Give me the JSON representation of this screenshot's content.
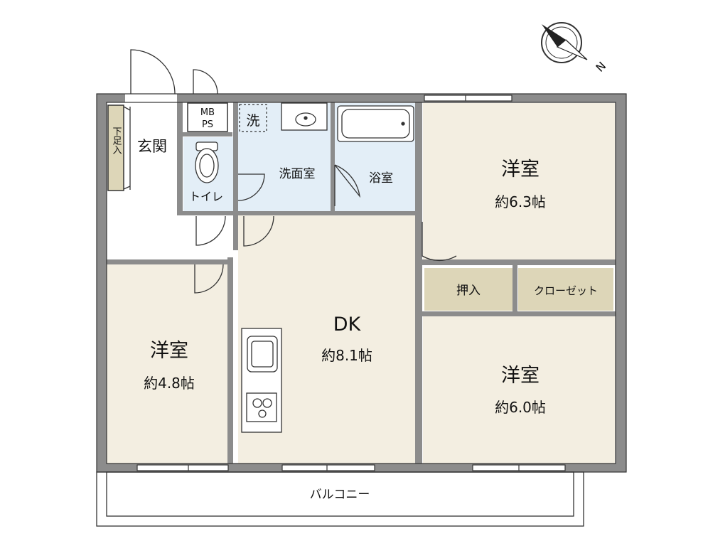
{
  "compass": {
    "north_label": "N"
  },
  "rooms": {
    "entrance": "玄関",
    "shoe_box": "下足入",
    "meter_box_top": "MB",
    "meter_box_bottom": "PS",
    "washer": "洗",
    "toilet": "トイレ",
    "washroom": "洗面室",
    "bathroom": "浴室",
    "western_ne": {
      "name": "洋室",
      "size": "約6.3帖"
    },
    "dk": {
      "name": "DK",
      "size": "約8.1帖"
    },
    "western_w": {
      "name": "洋室",
      "size": "約4.8帖"
    },
    "western_se": {
      "name": "洋室",
      "size": "約6.0帖"
    },
    "oshiire": "押入",
    "closet": "クローゼット",
    "balcony": "バルコニー"
  },
  "colors": {
    "wall": "#8c8c8c",
    "floor_wood": "#f3eee1",
    "floor_wet": "#e3eef7",
    "storage": "#ddd6b8",
    "outline": "#333333"
  }
}
